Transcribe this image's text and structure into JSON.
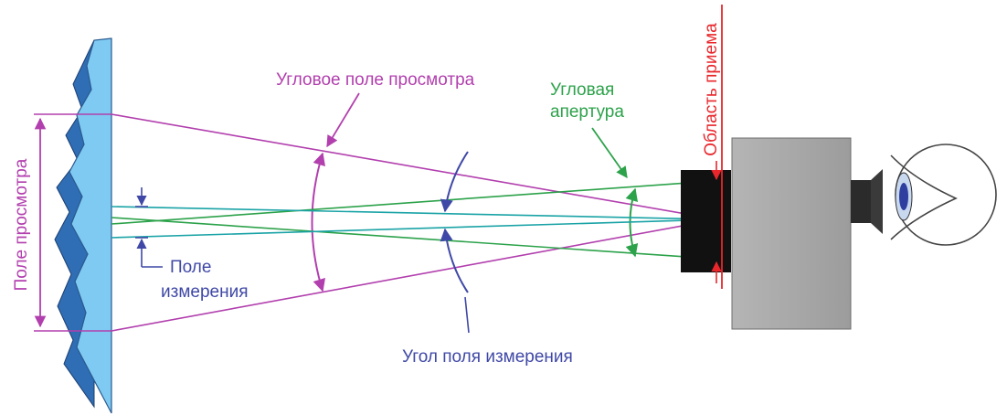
{
  "labels": {
    "field_of_view": "Поле просмотра",
    "angular_field_of_view": "Угловое поле просмотра",
    "angular_aperture_line1": "Угловая",
    "angular_aperture_line2": "апертура",
    "acceptance_area": "Область приема",
    "measurement_field_line1": "Поле",
    "measurement_field_line2": "измерения",
    "measurement_field_angle": "Угол поля измерения"
  },
  "colors": {
    "magenta": "#b23fae",
    "green": "#2ca24a",
    "teal": "#1aa3a6",
    "navy": "#3f48a6",
    "red": "#e8262b",
    "surface_light": "#7fcaf3",
    "surface_dark": "#2f6db4",
    "instrument_body": "#a6a6a6",
    "lens": "#111111"
  }
}
